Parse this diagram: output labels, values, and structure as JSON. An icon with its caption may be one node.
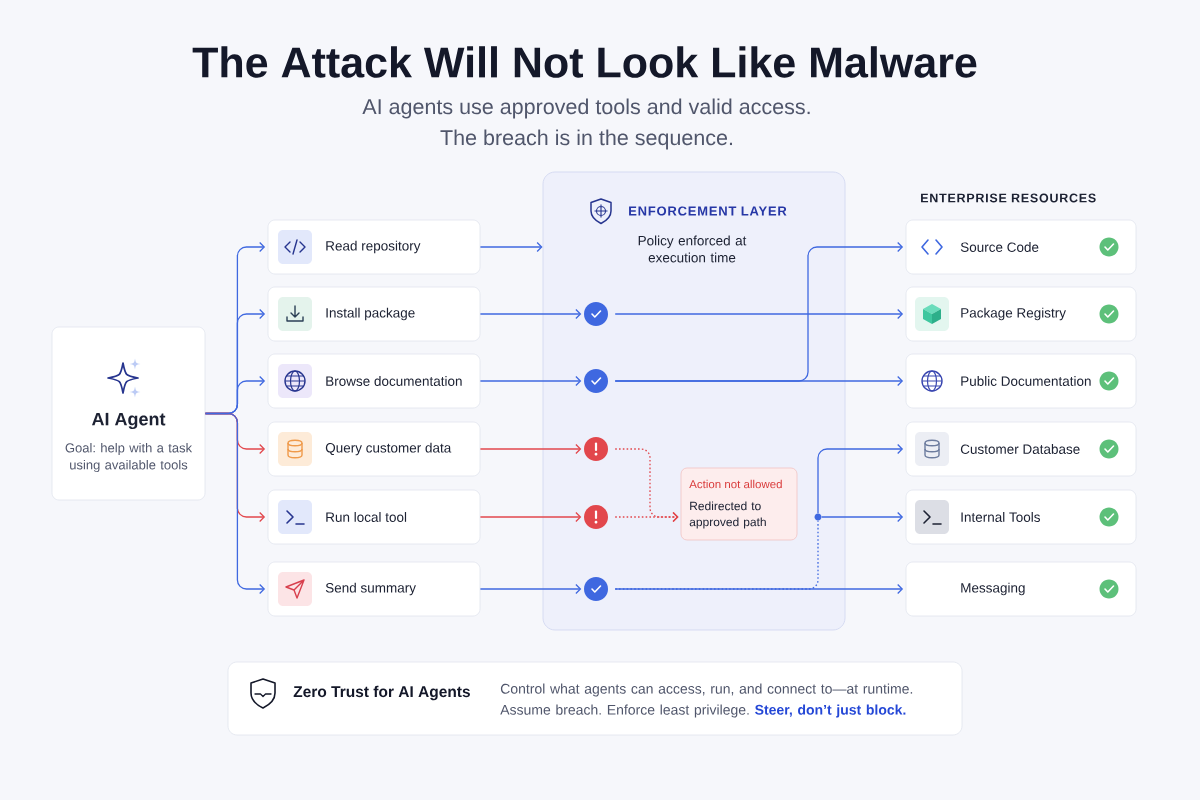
{
  "diagram": {
    "title": "The Attack Will Not Look Like Malware",
    "nodes": [
      {
        "text": [
          "AI Agent",
          "Goal: help with a task using available tools"
        ]
      },
      {
        "text": [
          "Read repository"
        ]
      },
      {
        "text": [
          "Install package"
        ]
      },
      {
        "text": [
          "Browse documentation"
        ]
      },
      {
        "text": [
          "Query customer data"
        ]
      },
      {
        "text": [
          "Run local tool"
        ]
      },
      {
        "text": [
          "Send summary"
        ]
      },
      {
        "text": [
          "ENFORCEMENT LAYER",
          "Policy enforced at execution time"
        ]
      },
      {
        "text": [],
        "shape": "circle",
        "in": 7
      },
      {
        "text": [],
        "shape": "circle",
        "in": 7
      },
      {
        "text": [],
        "shape": "circle",
        "in": 7
      },
      {
        "text": [],
        "shape": "circle",
        "in": 7
      },
      {
        "text": [],
        "shape": "circle",
        "in": 7
      },
      {
        "text": [
          "Action not allowed",
          "Redirected to approved path"
        ],
        "in": 7
      },
      {
        "text": [
          "Source Code"
        ]
      },
      {
        "text": [
          "Package Registry"
        ]
      },
      {
        "text": [
          "Public Documentation"
        ]
      },
      {
        "text": [
          "Customer Database"
        ]
      },
      {
        "text": [
          "Internal Tools"
        ]
      },
      {
        "text": [
          "Messaging"
        ]
      },
      {
        "text": [],
        "shape": "circle",
        "in": 7
      },
      {
        "text": [
          "Zero Trust for AI Agents",
          "Control what agents can access, run, and connect to—at runtime. Assume breach. Enforce least privilege.",
          "Steer, don’t just block."
        ]
      }
    ],
    "edges": [
      {
        "from": 0,
        "to": 1,
        "arrow": "to"
      },
      {
        "from": 0,
        "to": 2,
        "arrow": "to"
      },
      {
        "from": 0,
        "to": 3,
        "arrow": "to"
      },
      {
        "from": 0,
        "to": 4,
        "arrow": "to",
        "color": "#e2474c"
      },
      {
        "from": 0,
        "to": 5,
        "arrow": "to",
        "color": "#e2474c"
      },
      {
        "from": 0,
        "to": 6,
        "arrow": "to"
      },
      {
        "from": 1,
        "to": 7,
        "arrow": "to"
      },
      {
        "from": 2,
        "to": 8,
        "arrow": "to"
      },
      {
        "from": 3,
        "to": 9,
        "arrow": "to"
      },
      {
        "from": 4,
        "to": 10,
        "arrow": "to",
        "color": "#e2474c"
      },
      {
        "from": 5,
        "to": 11,
        "arrow": "to",
        "color": "#e2474c"
      },
      {
        "from": 6,
        "to": 12,
        "arrow": "to"
      },
      {
        "from": 10,
        "to": 13,
        "arrow": "to",
        "style": "dashed",
        "color": "#e2474c"
      },
      {
        "from": 11,
        "to": 13,
        "arrow": "to",
        "style": "dashed",
        "color": "#e2474c"
      },
      {
        "from": 8,
        "to": 15,
        "arrow": "to"
      },
      {
        "from": 9,
        "to": 16,
        "arrow": "to"
      },
      {
        "from": 9,
        "to": 14,
        "arrow": "to"
      },
      {
        "from": 12,
        "to": 19,
        "arrow": "to"
      },
      {
        "from": 12,
        "to": 20,
        "arrow": "none",
        "style": "dashed"
      },
      {
        "from": 20,
        "to": 17,
        "arrow": "to"
      },
      {
        "from": 20,
        "to": 18,
        "arrow": "to"
      }
    ],
    "labels": [
      "AI agents use approved tools and valid access. The breach is in the sequence.",
      "ENTERPRISE RESOURCES"
    ]
  }
}
